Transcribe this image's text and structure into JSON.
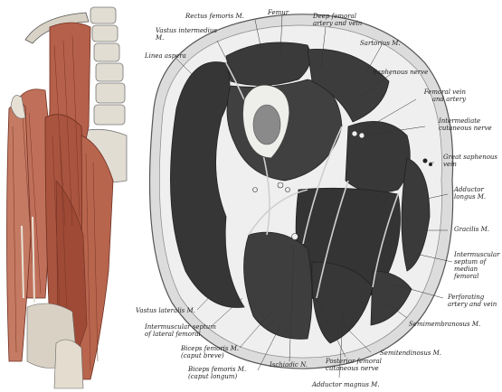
{
  "labels": {
    "rectus_femoris": "Rectus femoris M.",
    "femur": "Femur",
    "deep_femoral": "Deep femoral artery and vein",
    "vastus_intermedius": "Vastus intermedius M.",
    "sartorius": "Sartorius M.",
    "linea_aspera": "Linea aspera",
    "saphenous_nerve": "Saphenous nerve",
    "femoral_vein": "Femoral vein and artery",
    "intermediate_nerve": "Intermediate cutaneous nerve",
    "great_saphenous": "Great saphenous vein",
    "adductor_longus": "Adductor longus M.",
    "gracilis": "Gracilis M.",
    "intermuscular_medial": "Intermuscular septum of median femoral",
    "perforating": "Perforating artery and vein",
    "semimembranosus": "Semimembranosus M.",
    "semitendinosus": "Semitendinosus M.",
    "vastus_lateralis": "Vastus lateralis M.",
    "intermuscular_lateral": "Intermuscular septum of lateral femoral",
    "biceps_brevis": "Biceps femoris M. (caput breve)",
    "biceps_longum": "Biceps femoris M. (caput longum)",
    "ischiadic": "Ischiadic N.",
    "posterior_cutaneous": "Posterior femoral cutaneous nerve",
    "adductor_magnus": "Adductor magnus M."
  },
  "colors": {
    "muscle": "#b5604a",
    "muscle_dark": "#7a3526",
    "tendon": "#d9d2c4",
    "bone": "#e8e4da",
    "section_muscle": "#3a3a3a",
    "section_fat": "#dcdcdc"
  }
}
